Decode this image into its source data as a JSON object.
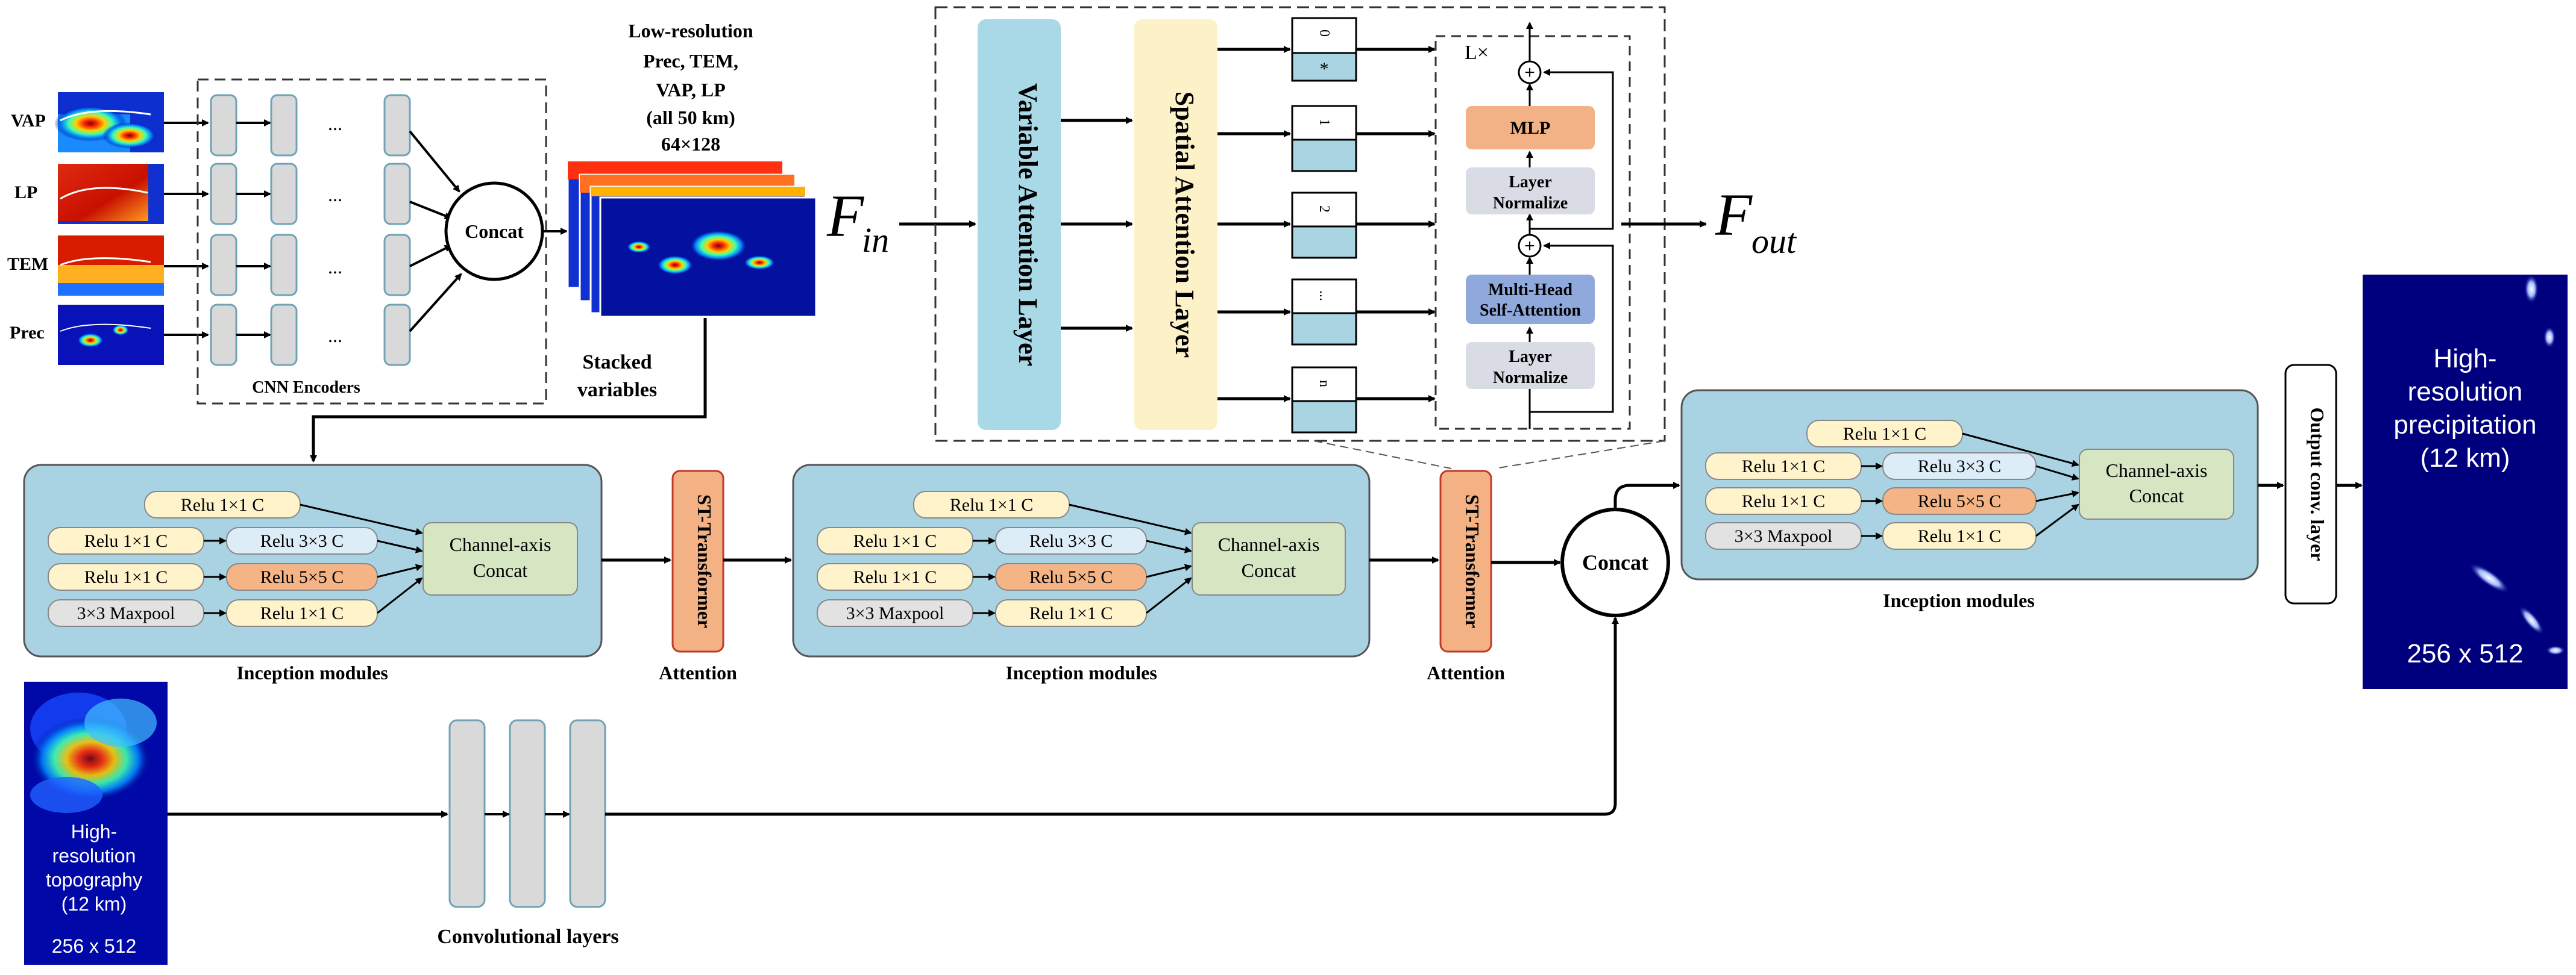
{
  "inputs": {
    "variables": [
      "VAP",
      "LP",
      "TEM",
      "Prec"
    ],
    "encoder_dots": "...",
    "encoder_caption": "CNN Encoders",
    "concat_label": "Concat",
    "lowres_text": [
      "Low-resolution",
      "Prec, TEM,",
      "VAP, LP",
      "(all 50 km)",
      "64×128"
    ],
    "stacked_text": [
      "Stacked",
      "variables"
    ]
  },
  "transformer": {
    "fin_main": "F",
    "fin_sub": "in",
    "fout_main": "F",
    "fout_sub": "out",
    "variable_attention": "Variable Attention Layer",
    "spatial_attention": "Spatial Attention Layer",
    "tokens": [
      "0",
      "1",
      "2",
      "...",
      "n"
    ],
    "token_star": "*",
    "block_repeat": "L×",
    "plus_symbol": "+",
    "mlp": "MLP",
    "layer_norm": [
      "Layer",
      "Normalize"
    ],
    "mhsa": [
      "Multi-Head",
      "Self-Attention"
    ]
  },
  "inception": {
    "relu11": "Relu 1×1 C",
    "relu33": "Relu 3×3 C",
    "relu55": "Relu 5×5 C",
    "maxpool": "3×3 Maxpool",
    "concat": [
      "Channel-axis",
      "Concat"
    ],
    "caption": "Inception modules"
  },
  "attention": {
    "st_transformer": "ST-Transformer",
    "caption": "Attention"
  },
  "concat_big": "Concat",
  "output_conv": "Output conv. layer",
  "output_image": {
    "lines": [
      "High-",
      "resolution",
      "precipitation",
      "(12 km)"
    ],
    "size": "256 x 512"
  },
  "topography": {
    "lines": [
      "High-",
      "resolution",
      "topography",
      "(12 km)"
    ],
    "size": "256 x 512"
  },
  "conv_caption": "Convolutional layers",
  "colors": {
    "inception_bg": "#a9d3e3",
    "relu_fill": "#fff3cc",
    "relu33_fill": "#dcedf7",
    "relu55_fill": "#f4b486",
    "maxpool_fill": "#e2e2e2",
    "concat_fill": "#d6e5c2",
    "st_fill": "#f4b183",
    "var_att": "#a9d8e6",
    "spa_att": "#fdf1c8",
    "mlp": "#f3b186",
    "norm": "#d9dbe5",
    "mhsa": "#8fa9dc",
    "token": "#a9d4e2",
    "jet_dark": "#00007f"
  }
}
